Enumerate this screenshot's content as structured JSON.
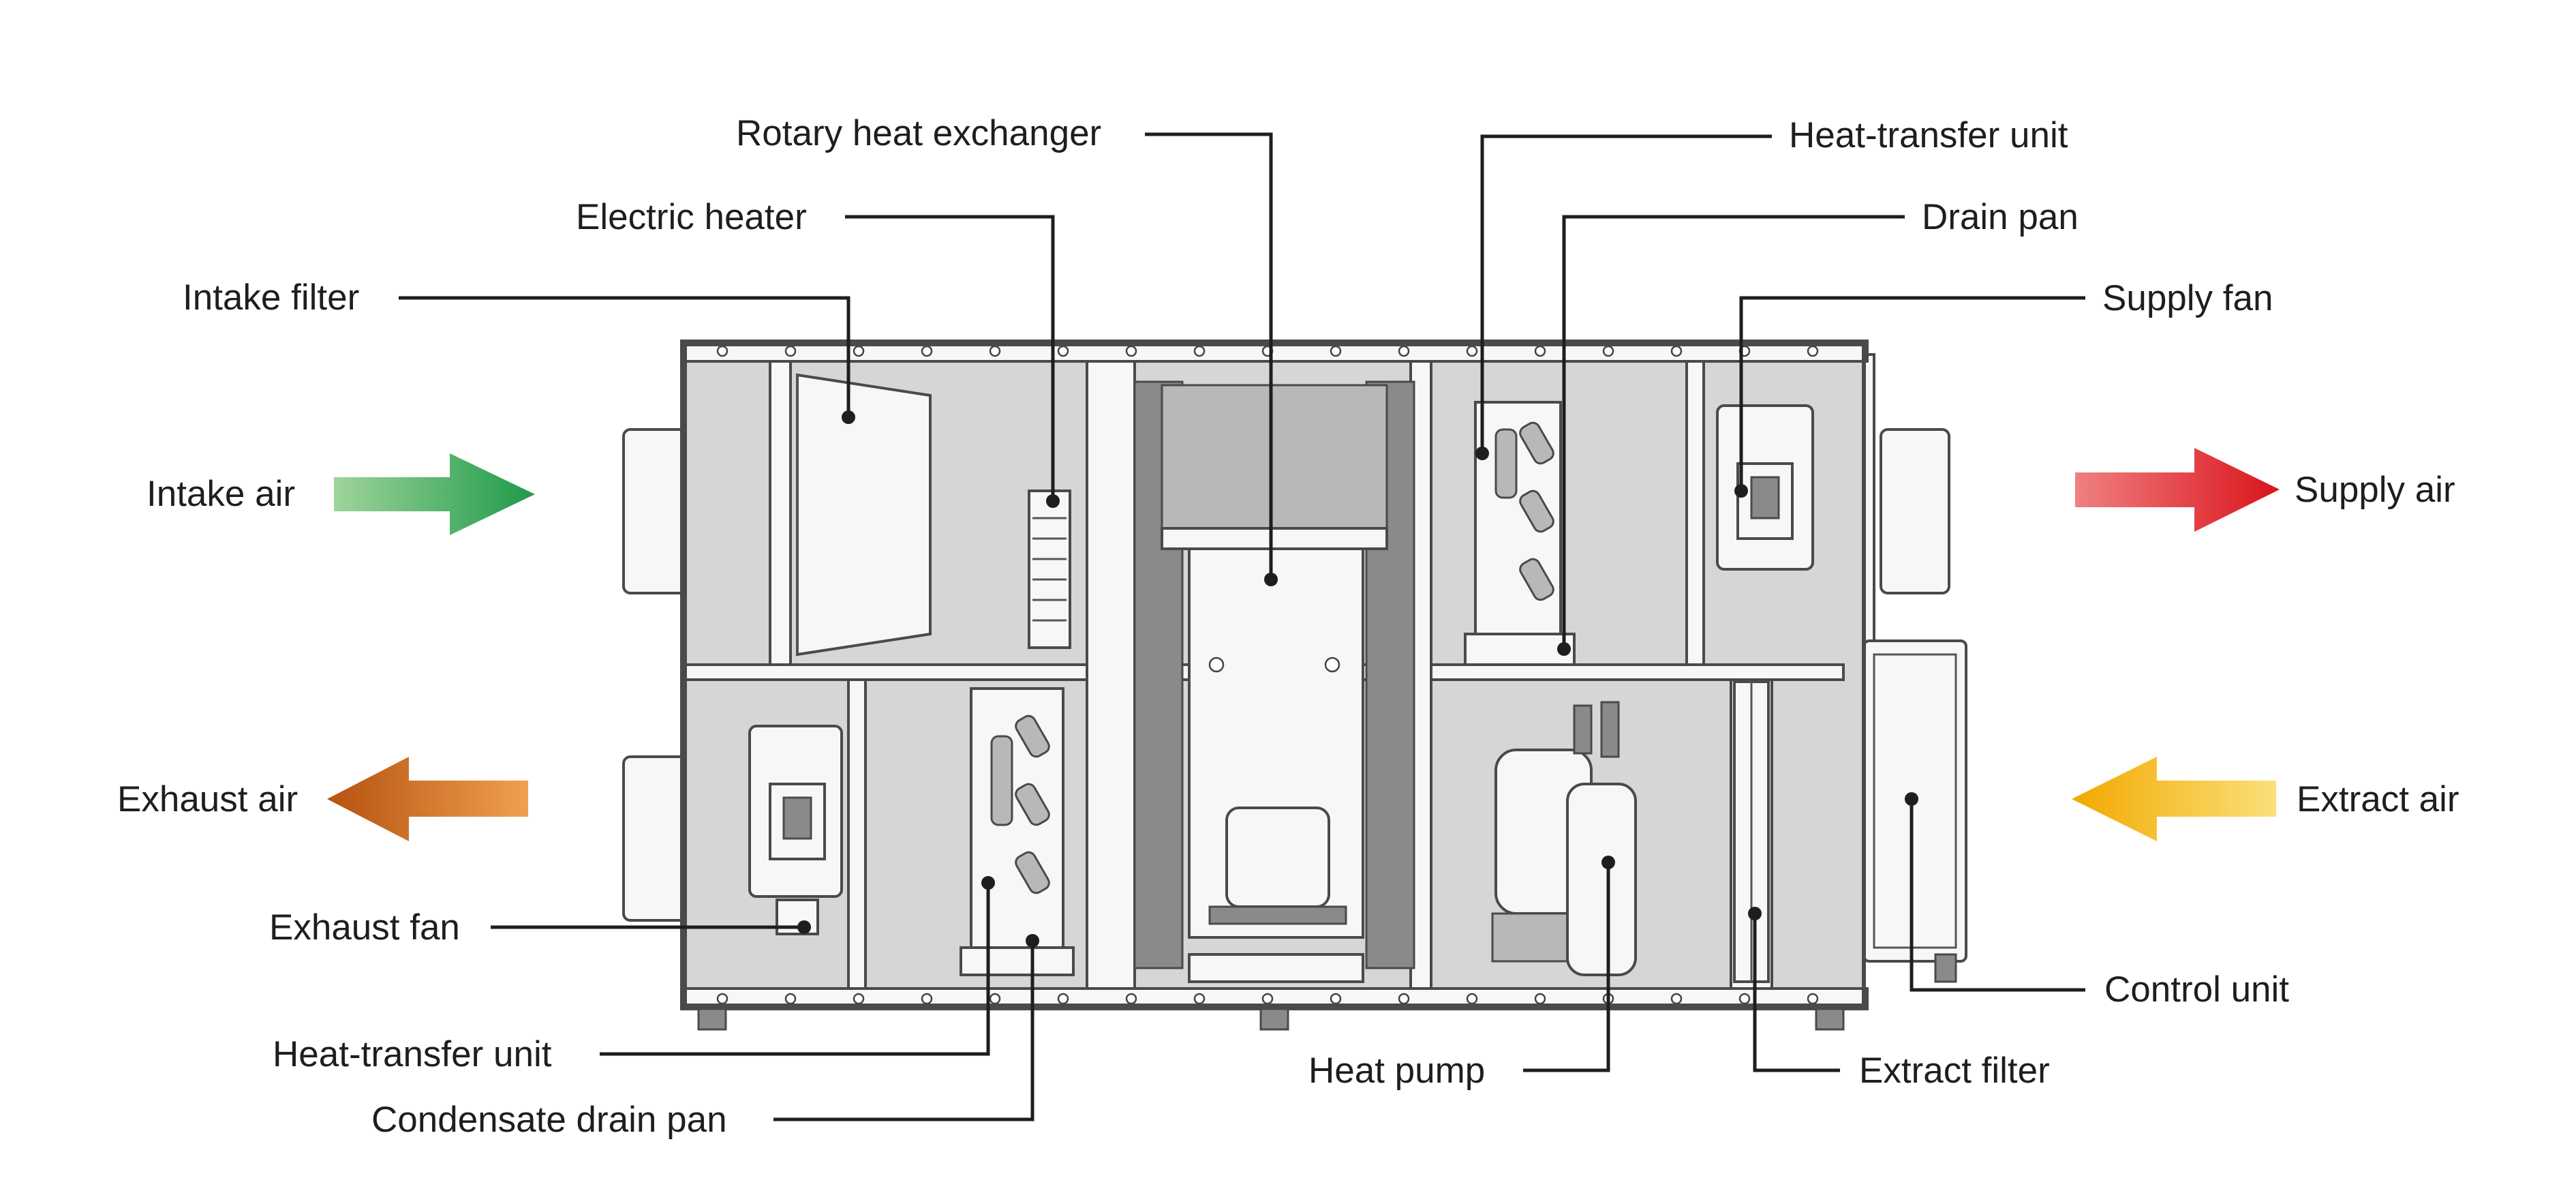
{
  "diagram": {
    "labels": {
      "rotary_heat_exchanger": "Rotary heat exchanger",
      "electric_heater": "Electric heater",
      "intake_filter": "Intake filter",
      "intake_air": "Intake air",
      "exhaust_air": "Exhaust air",
      "exhaust_fan": "Exhaust fan",
      "heat_transfer_unit_bottom": "Heat-transfer unit",
      "condensate_drain_pan": "Condensate drain pan",
      "heat_transfer_unit_top": "Heat-transfer unit",
      "drain_pan": "Drain pan",
      "supply_fan": "Supply fan",
      "supply_air": "Supply air",
      "extract_air": "Extract air",
      "control_unit": "Control unit",
      "heat_pump": "Heat pump",
      "extract_filter": "Extract filter"
    },
    "arrow_colors": {
      "intake_air": [
        "#9fd49a",
        "#1e9a4a"
      ],
      "exhaust_air": [
        "#f0a050",
        "#b5520f"
      ],
      "supply_air": [
        "#f08080",
        "#d9141c"
      ],
      "extract_air": [
        "#fbe07a",
        "#f2a900"
      ]
    }
  }
}
